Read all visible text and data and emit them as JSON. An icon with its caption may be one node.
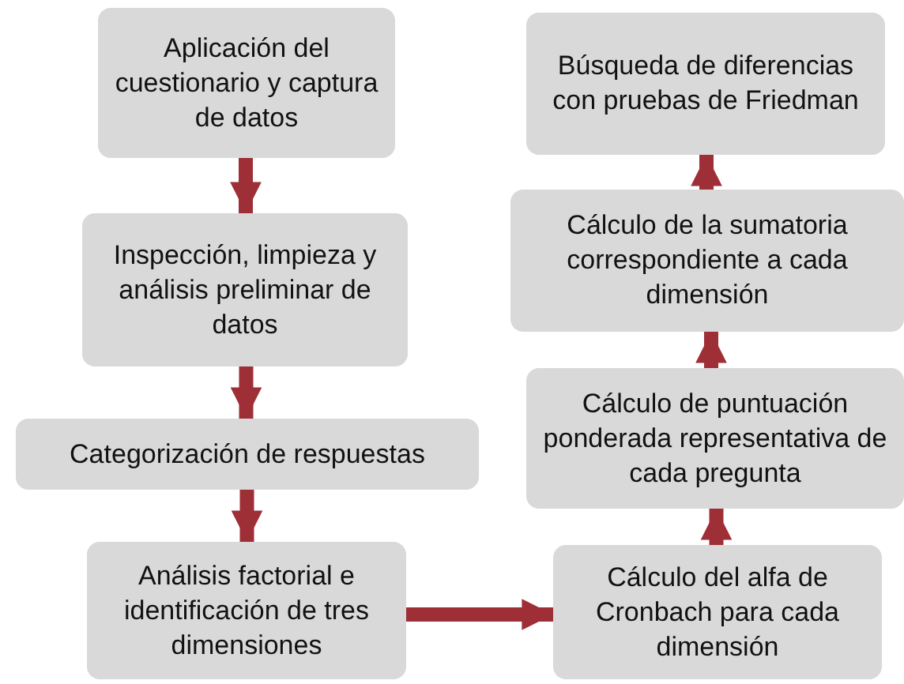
{
  "diagram": {
    "nodes": [
      {
        "text": [
          "Aplicación del cuestionario y captura de datos"
        ]
      },
      {
        "text": [
          "Inspección, limpieza y análisis preliminar de datos"
        ]
      },
      {
        "text": [
          "Categorización de respuestas"
        ]
      },
      {
        "text": [
          "Análisis factorial e identificación de tres dimensiones"
        ]
      },
      {
        "text": [
          "Cálculo del alfa de Cronbach para cada dimensión"
        ]
      },
      {
        "text": [
          "Cálculo de puntuación ponderada representativa de cada pregunta"
        ]
      },
      {
        "text": [
          "Cálculo de la sumatoria correspondiente a cada dimensión"
        ]
      },
      {
        "text": [
          "Búsqueda de diferencias con pruebas de Friedman"
        ]
      }
    ],
    "edges": [
      {
        "from": 0,
        "to": 1,
        "arrow": "to"
      },
      {
        "from": 1,
        "to": 2,
        "arrow": "to"
      },
      {
        "from": 2,
        "to": 3,
        "arrow": "to"
      },
      {
        "from": 3,
        "to": 4,
        "arrow": "to"
      },
      {
        "from": 4,
        "to": 5,
        "arrow": "to"
      },
      {
        "from": 5,
        "to": 6,
        "arrow": "to"
      },
      {
        "from": 6,
        "to": 7,
        "arrow": "to"
      }
    ]
  }
}
